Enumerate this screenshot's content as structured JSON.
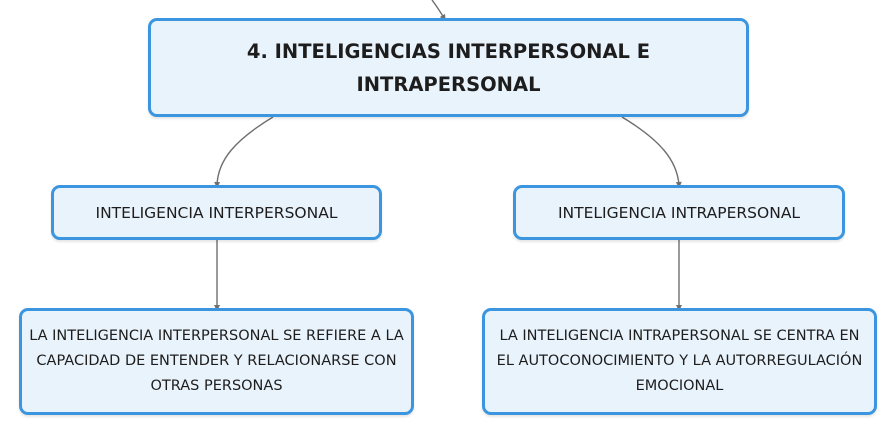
{
  "diagram": {
    "main_topic": "4. INTELIGENCIAS INTERPERSONAL E INTRAPERSONAL",
    "branches": [
      {
        "label": "INTELIGENCIA INTERPERSONAL",
        "description": "LA INTELIGENCIA INTERPERSONAL SE REFIERE A LA CAPACIDAD DE ENTENDER Y RELACIONARSE CON OTRAS PERSONAS"
      },
      {
        "label": "INTELIGENCIA INTRAPERSONAL",
        "description": "LA INTELIGENCIA INTRAPERSONAL SE CENTRA EN EL AUTOCONOCIMIENTO Y LA AUTORREGULACIÓN EMOCIONAL"
      }
    ]
  },
  "colors": {
    "node_fill": "#e9f3fc",
    "node_border": "#3b95df",
    "connector": "#6f6f6f",
    "text": "#1d1d1d"
  }
}
